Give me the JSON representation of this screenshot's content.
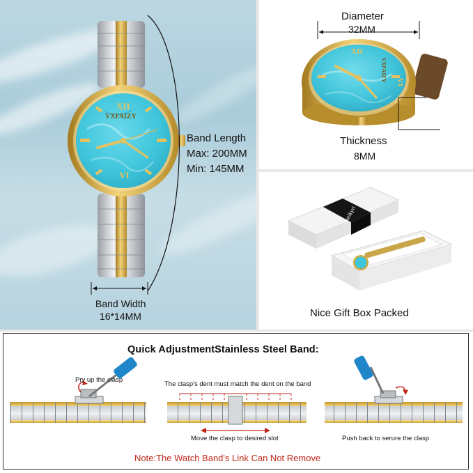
{
  "brand": "VXFAIZY",
  "left_panel": {
    "band_length_label": "Band Length",
    "max_label": "Max: 200MM",
    "min_label": "Min:  145MM",
    "band_width_label": "Band Width",
    "band_width_value": "16*14MM"
  },
  "diameter_panel": {
    "diameter_label": "Diameter",
    "diameter_value": "32MM",
    "thickness_label": "Thickness",
    "thickness_value": "8MM"
  },
  "giftbox_panel": {
    "box_brand": "Sanlkyri",
    "caption": "Nice Gift Box Packed"
  },
  "bottom_panel": {
    "title": "Quick AdjustmentStainless Steel Band:",
    "step1": "Pry up the clasp",
    "step2_top": "The clasp's dent must match the dent on the band",
    "step2_bottom": "Move the clasp to desired slot",
    "step3": "Push back to serure the clasp",
    "note": "Note:The Watch Band's Link Can Not Remove"
  },
  "colors": {
    "gold": "#d4a93a",
    "dial_turquoise": "#3fc6dc",
    "silver": "#c9cdd1",
    "note_red": "#c0271a",
    "screwdriver_blue": "#1f86c9"
  }
}
